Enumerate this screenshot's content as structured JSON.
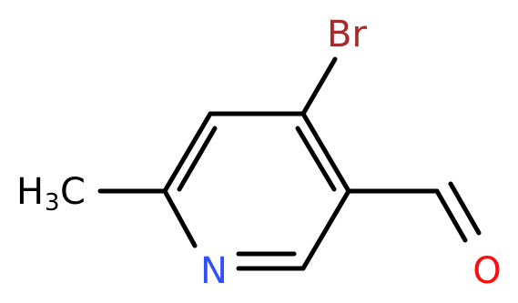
{
  "molecule": {
    "atoms": {
      "bromine": "Br",
      "nitrogen": "N",
      "oxygen": "O",
      "methyl_main": "H",
      "methyl_sub": "3",
      "methyl_tail": "C"
    },
    "colors": {
      "bond": "#000000",
      "bromine": "#a52a2a",
      "nitrogen": "#3050f8",
      "oxygen": "#ff0d0d",
      "carbon": "#000000"
    }
  }
}
